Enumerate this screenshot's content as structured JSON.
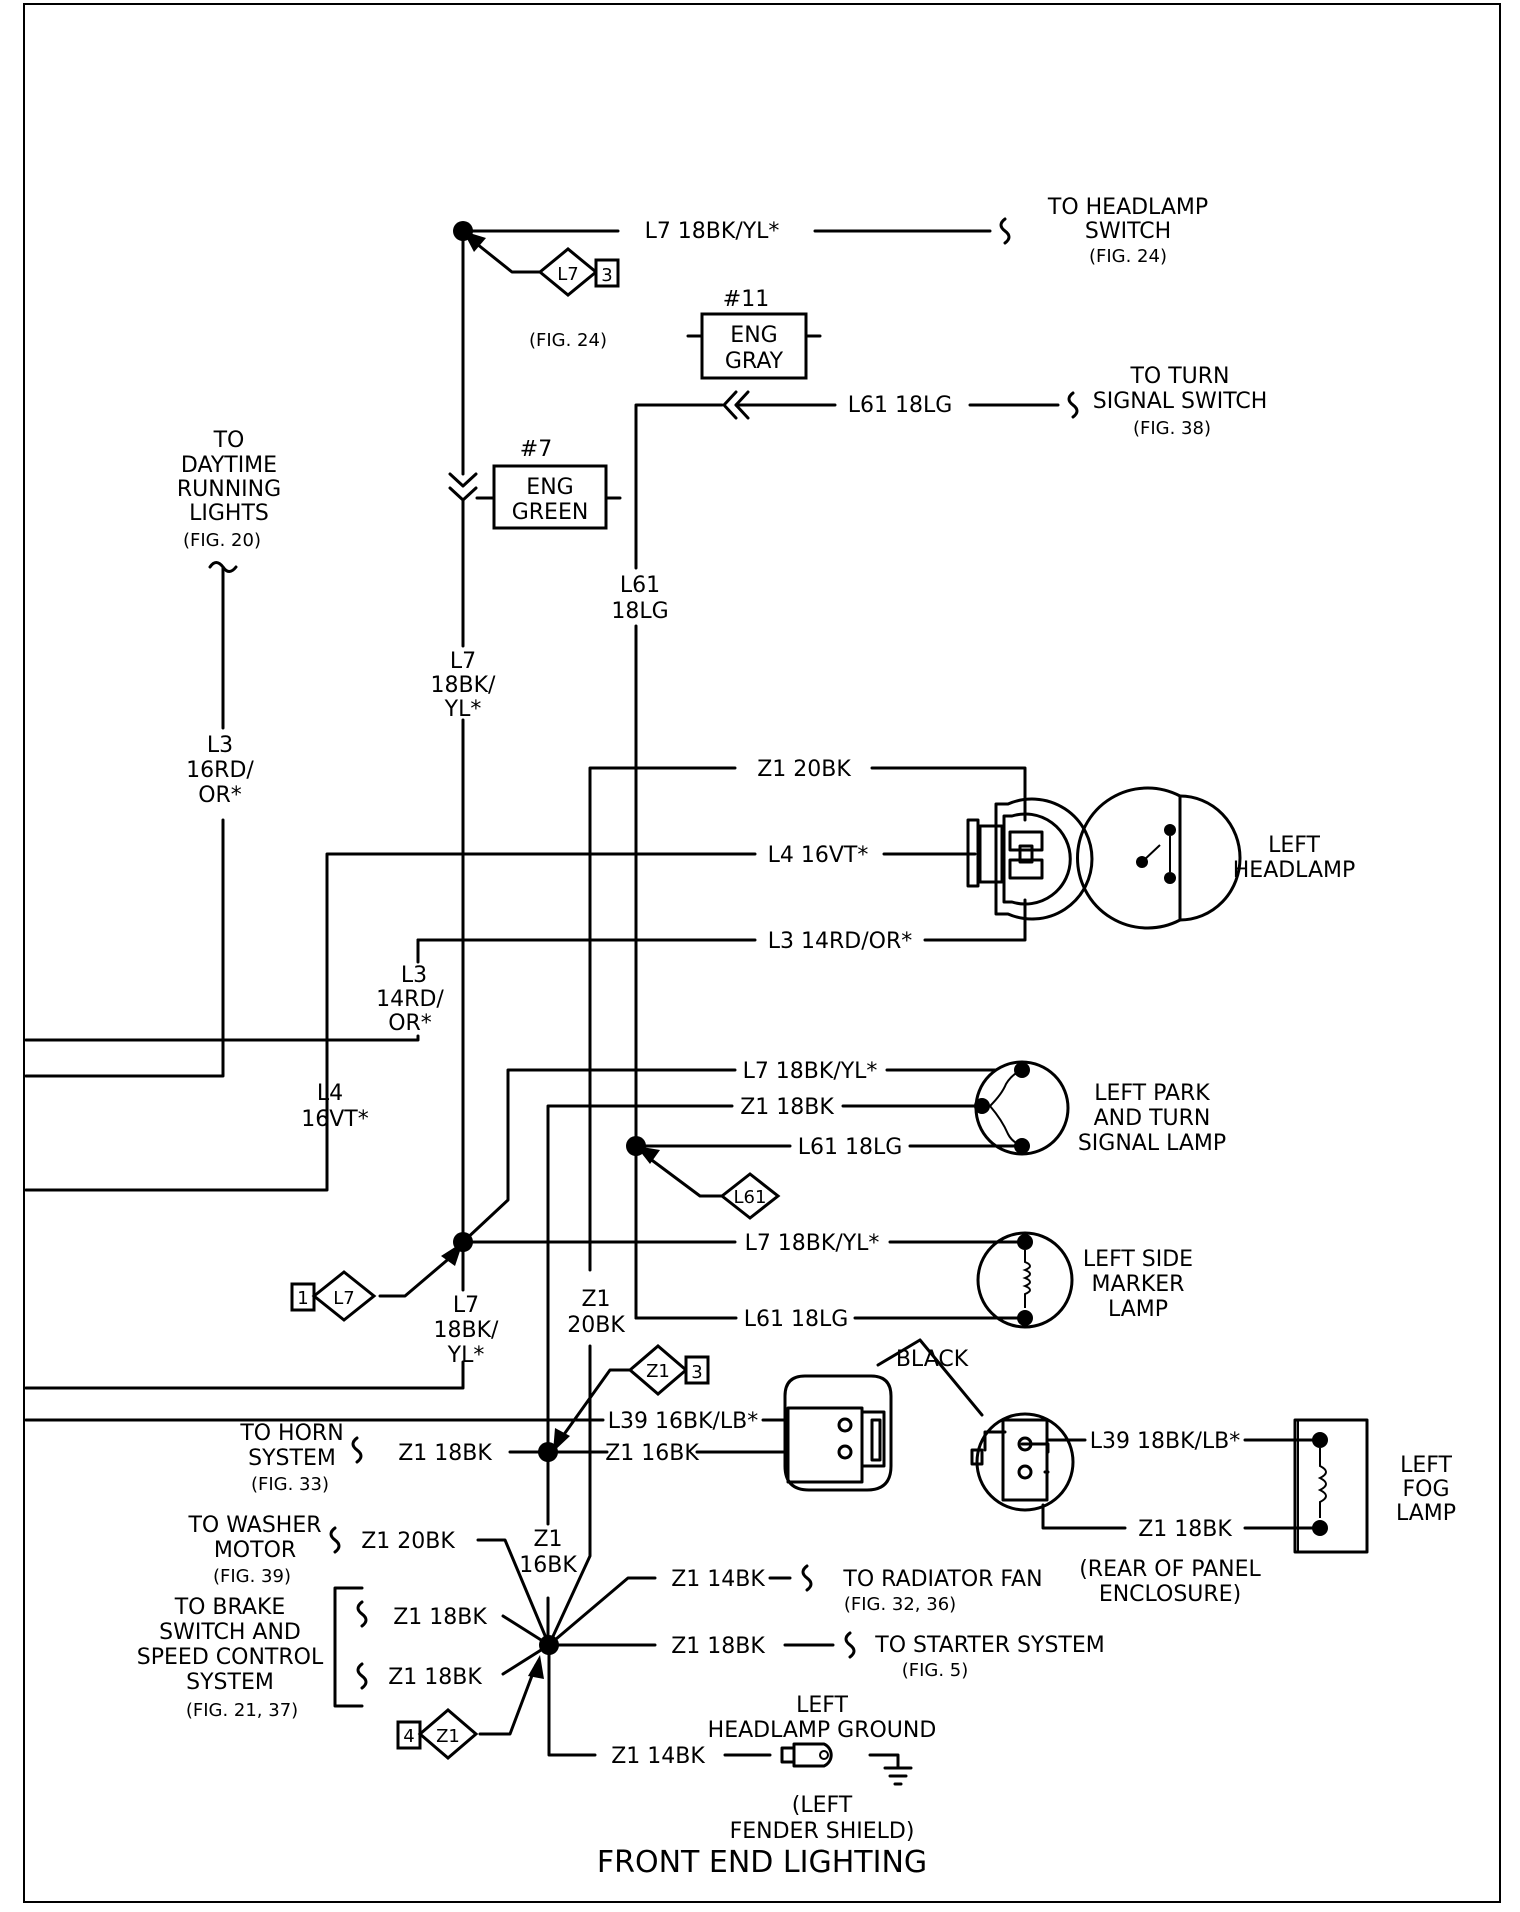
{
  "title": "FRONT END LIGHTING",
  "destinations": {
    "headlamp_switch": [
      "TO HEADLAMP",
      "SWITCH",
      "(FIG. 24)"
    ],
    "turn_signal_switch": [
      "TO TURN",
      "SIGNAL SWITCH",
      "(FIG. 38)"
    ],
    "daytime_running_lights": [
      "TO",
      "DAYTIME",
      "RUNNING",
      "LIGHTS",
      "(FIG. 20)"
    ],
    "horn_system": [
      "TO HORN",
      "SYSTEM",
      "(FIG. 33)"
    ],
    "washer_motor": [
      "TO WASHER",
      "MOTOR",
      "(FIG. 39)"
    ],
    "brake_switch": [
      "TO BRAKE",
      "SWITCH AND",
      "SPEED CONTROL",
      "SYSTEM",
      "(FIG. 21, 37)"
    ],
    "radiator_fan": [
      "TO RADIATOR FAN",
      "(FIG. 32, 36)"
    ],
    "starter_system": [
      "TO STARTER SYSTEM",
      "(FIG. 5)"
    ]
  },
  "connectors": {
    "eng_gray": {
      "id": "#11",
      "lines": [
        "ENG",
        "GRAY"
      ]
    },
    "eng_green": {
      "id": "#7",
      "lines": [
        "ENG",
        "GREEN"
      ]
    }
  },
  "splice_refs": {
    "l7_top": {
      "circuit": "L7",
      "num": "3",
      "fig": "(FIG. 24)"
    },
    "l61": {
      "circuit": "L61"
    },
    "l7_bottom": {
      "circuit": "L7",
      "num": "1"
    },
    "z1_top": {
      "circuit": "Z1",
      "num": "3"
    },
    "z1_bottom": {
      "circuit": "Z1",
      "num": "4"
    }
  },
  "wire_labels": {
    "l7_top_h": "L7 18BK/YL*",
    "l61_top_h": "L61 18LG",
    "l61_v": [
      "L61",
      "18LG"
    ],
    "l7_v_upper": [
      "L7",
      "18BK/",
      "YL*"
    ],
    "l3_v_upper": [
      "L3",
      "16RD/",
      "OR*"
    ],
    "z1_20bk_h": "Z1 20BK",
    "l4_16vt_h": "L4 16VT*",
    "l3_14rd_h": "L3 14RD/OR*",
    "l3_v_lower": [
      "L3",
      "14RD/",
      "OR*"
    ],
    "l4_v": [
      "L4",
      "16VT*"
    ],
    "l7_park": "L7 18BK/YL*",
    "z1_park": "Z1 18BK",
    "l61_park": "L61 18LG",
    "l7_side": "L7 18BK/YL*",
    "l61_side": "L61 18LG",
    "l7_v_lower": [
      "L7",
      "18BK/",
      "YL*"
    ],
    "z1_v_20bk": [
      "Z1",
      "20BK"
    ],
    "l39_left": "L39 16BK/LB*",
    "z1_16bk_h": "Z1 16BK",
    "z1_horn": "Z1 18BK",
    "z1_washer": "Z1 20BK",
    "z1_v_16bk": [
      "Z1",
      "16BK"
    ],
    "z1_brake_1": "Z1 18BK",
    "z1_brake_2": "Z1 18BK",
    "z1_radiator": "Z1 14BK",
    "z1_starter": "Z1 18BK",
    "z1_ground": "Z1 14BK",
    "l39_fog": "L39 18BK/LB*",
    "z1_fog": "Z1 18BK"
  },
  "components": {
    "left_headlamp": [
      "LEFT",
      "HEADLAMP"
    ],
    "left_park_turn": [
      "LEFT PARK",
      "AND TURN",
      "SIGNAL LAMP"
    ],
    "left_side_marker": [
      "LEFT SIDE",
      "MARKER",
      "LAMP"
    ],
    "left_fog_lamp": [
      "LEFT",
      "FOG",
      "LAMP"
    ],
    "black_label": "BLACK",
    "rear_panel": [
      "(REAR OF PANEL",
      "ENCLOSURE)"
    ],
    "headlamp_ground": [
      "LEFT",
      "HEADLAMP GROUND"
    ],
    "fender_shield": [
      "(LEFT",
      "FENDER SHIELD)"
    ]
  }
}
